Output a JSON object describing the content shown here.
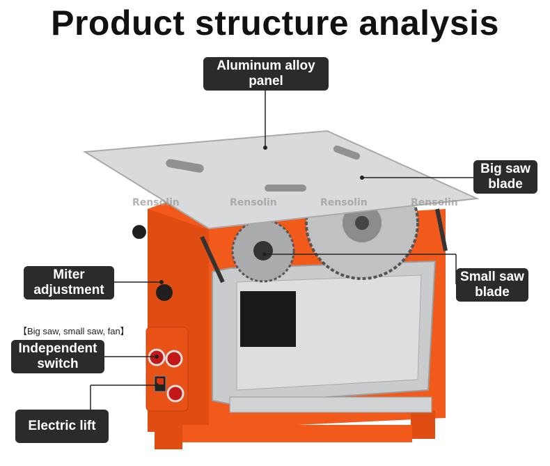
{
  "title": "Product structure analysis",
  "labels": {
    "panel_line1": "Aluminum alloy",
    "panel_line2": "panel",
    "big_blade_line1": "Big saw",
    "big_blade_line2": "blade",
    "small_blade_line1": "Small saw",
    "small_blade_line2": "blade",
    "miter_line1": "Miter",
    "miter_line2": "adjustment",
    "switch_line1": "Independent",
    "switch_line2": "switch",
    "lift": "Electric lift"
  },
  "switch_note": "【Big saw, small saw, fan】",
  "watermark": "Rensolin",
  "colors": {
    "label_bg": "#2b2b2b",
    "machine_body": "#f25a1c",
    "panel": "#d9dadb"
  }
}
